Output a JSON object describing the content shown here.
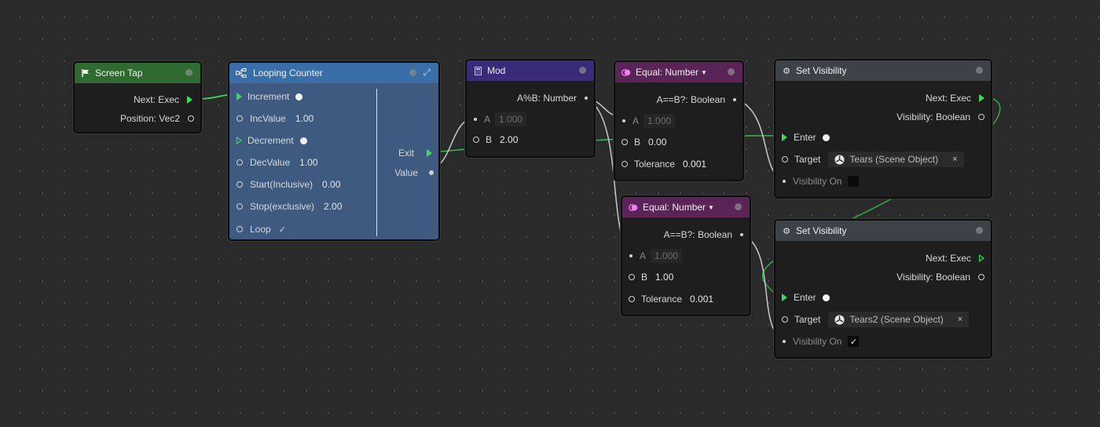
{
  "nodes": {
    "screen_tap": {
      "title": "Screen Tap",
      "outputs": [
        "Next: Exec",
        "Position: Vec2"
      ]
    },
    "looping_counter": {
      "title": "Looping Counter",
      "inputs": [
        {
          "label": "Increment"
        },
        {
          "label": "IncValue",
          "value": "1.00"
        },
        {
          "label": "Decrement"
        },
        {
          "label": "DecValue",
          "value": "1.00"
        },
        {
          "label": "Start(Inclusive)",
          "value": "0.00"
        },
        {
          "label": "Stop(exclusive)",
          "value": "2.00"
        },
        {
          "label": "Loop",
          "value": "✓"
        }
      ],
      "outputs": [
        "Exit",
        "Value"
      ]
    },
    "mod": {
      "title": "Mod",
      "output": "A%B: Number",
      "a_label": "A",
      "a_value": "1.000",
      "b_label": "B",
      "b_value": "2.00"
    },
    "equal_1": {
      "title": "Equal: Number",
      "output": "A==B?: Boolean",
      "a_label": "A",
      "a_value": "1.000",
      "b_label": "B",
      "b_value": "0.00",
      "tol_label": "Tolerance",
      "tol_value": "0.001"
    },
    "equal_2": {
      "title": "Equal: Number",
      "output": "A==B?: Boolean",
      "a_label": "A",
      "a_value": "1.000",
      "b_label": "B",
      "b_value": "1.00",
      "tol_label": "Tolerance",
      "tol_value": "0.001"
    },
    "set_vis_1": {
      "title": "Set Visibility",
      "out_exec": "Next: Exec",
      "out_bool": "Visibility: Boolean",
      "enter": "Enter",
      "target_label": "Target",
      "target_value": "Tears (Scene Object)",
      "vis_label": "Visibility On",
      "vis_checked": false
    },
    "set_vis_2": {
      "title": "Set Visibility",
      "out_exec": "Next: Exec",
      "out_bool": "Visibility: Boolean",
      "enter": "Enter",
      "target_label": "Target",
      "target_value": "Tears2 (Scene Object)",
      "vis_label": "Visibility On",
      "vis_checked": true,
      "check_glyph": "✓"
    }
  },
  "clear_glyph": "×",
  "colors": {
    "event_header": "#2f6b30",
    "counter_header": "#3a6ea8",
    "counter_body": "#3e5a80",
    "mod_header": "#3a2b78",
    "equal_header": "#5a2456",
    "setvis_header": "#3d4148",
    "exec_wire": "#3ddc5a",
    "data_wire": "#c8c8c8"
  },
  "icons": [
    "flag-icon",
    "flow-icon",
    "expand-icon",
    "calculator-icon",
    "equal-icon",
    "gear-icon",
    "info-icon",
    "scene-object-icon"
  ]
}
